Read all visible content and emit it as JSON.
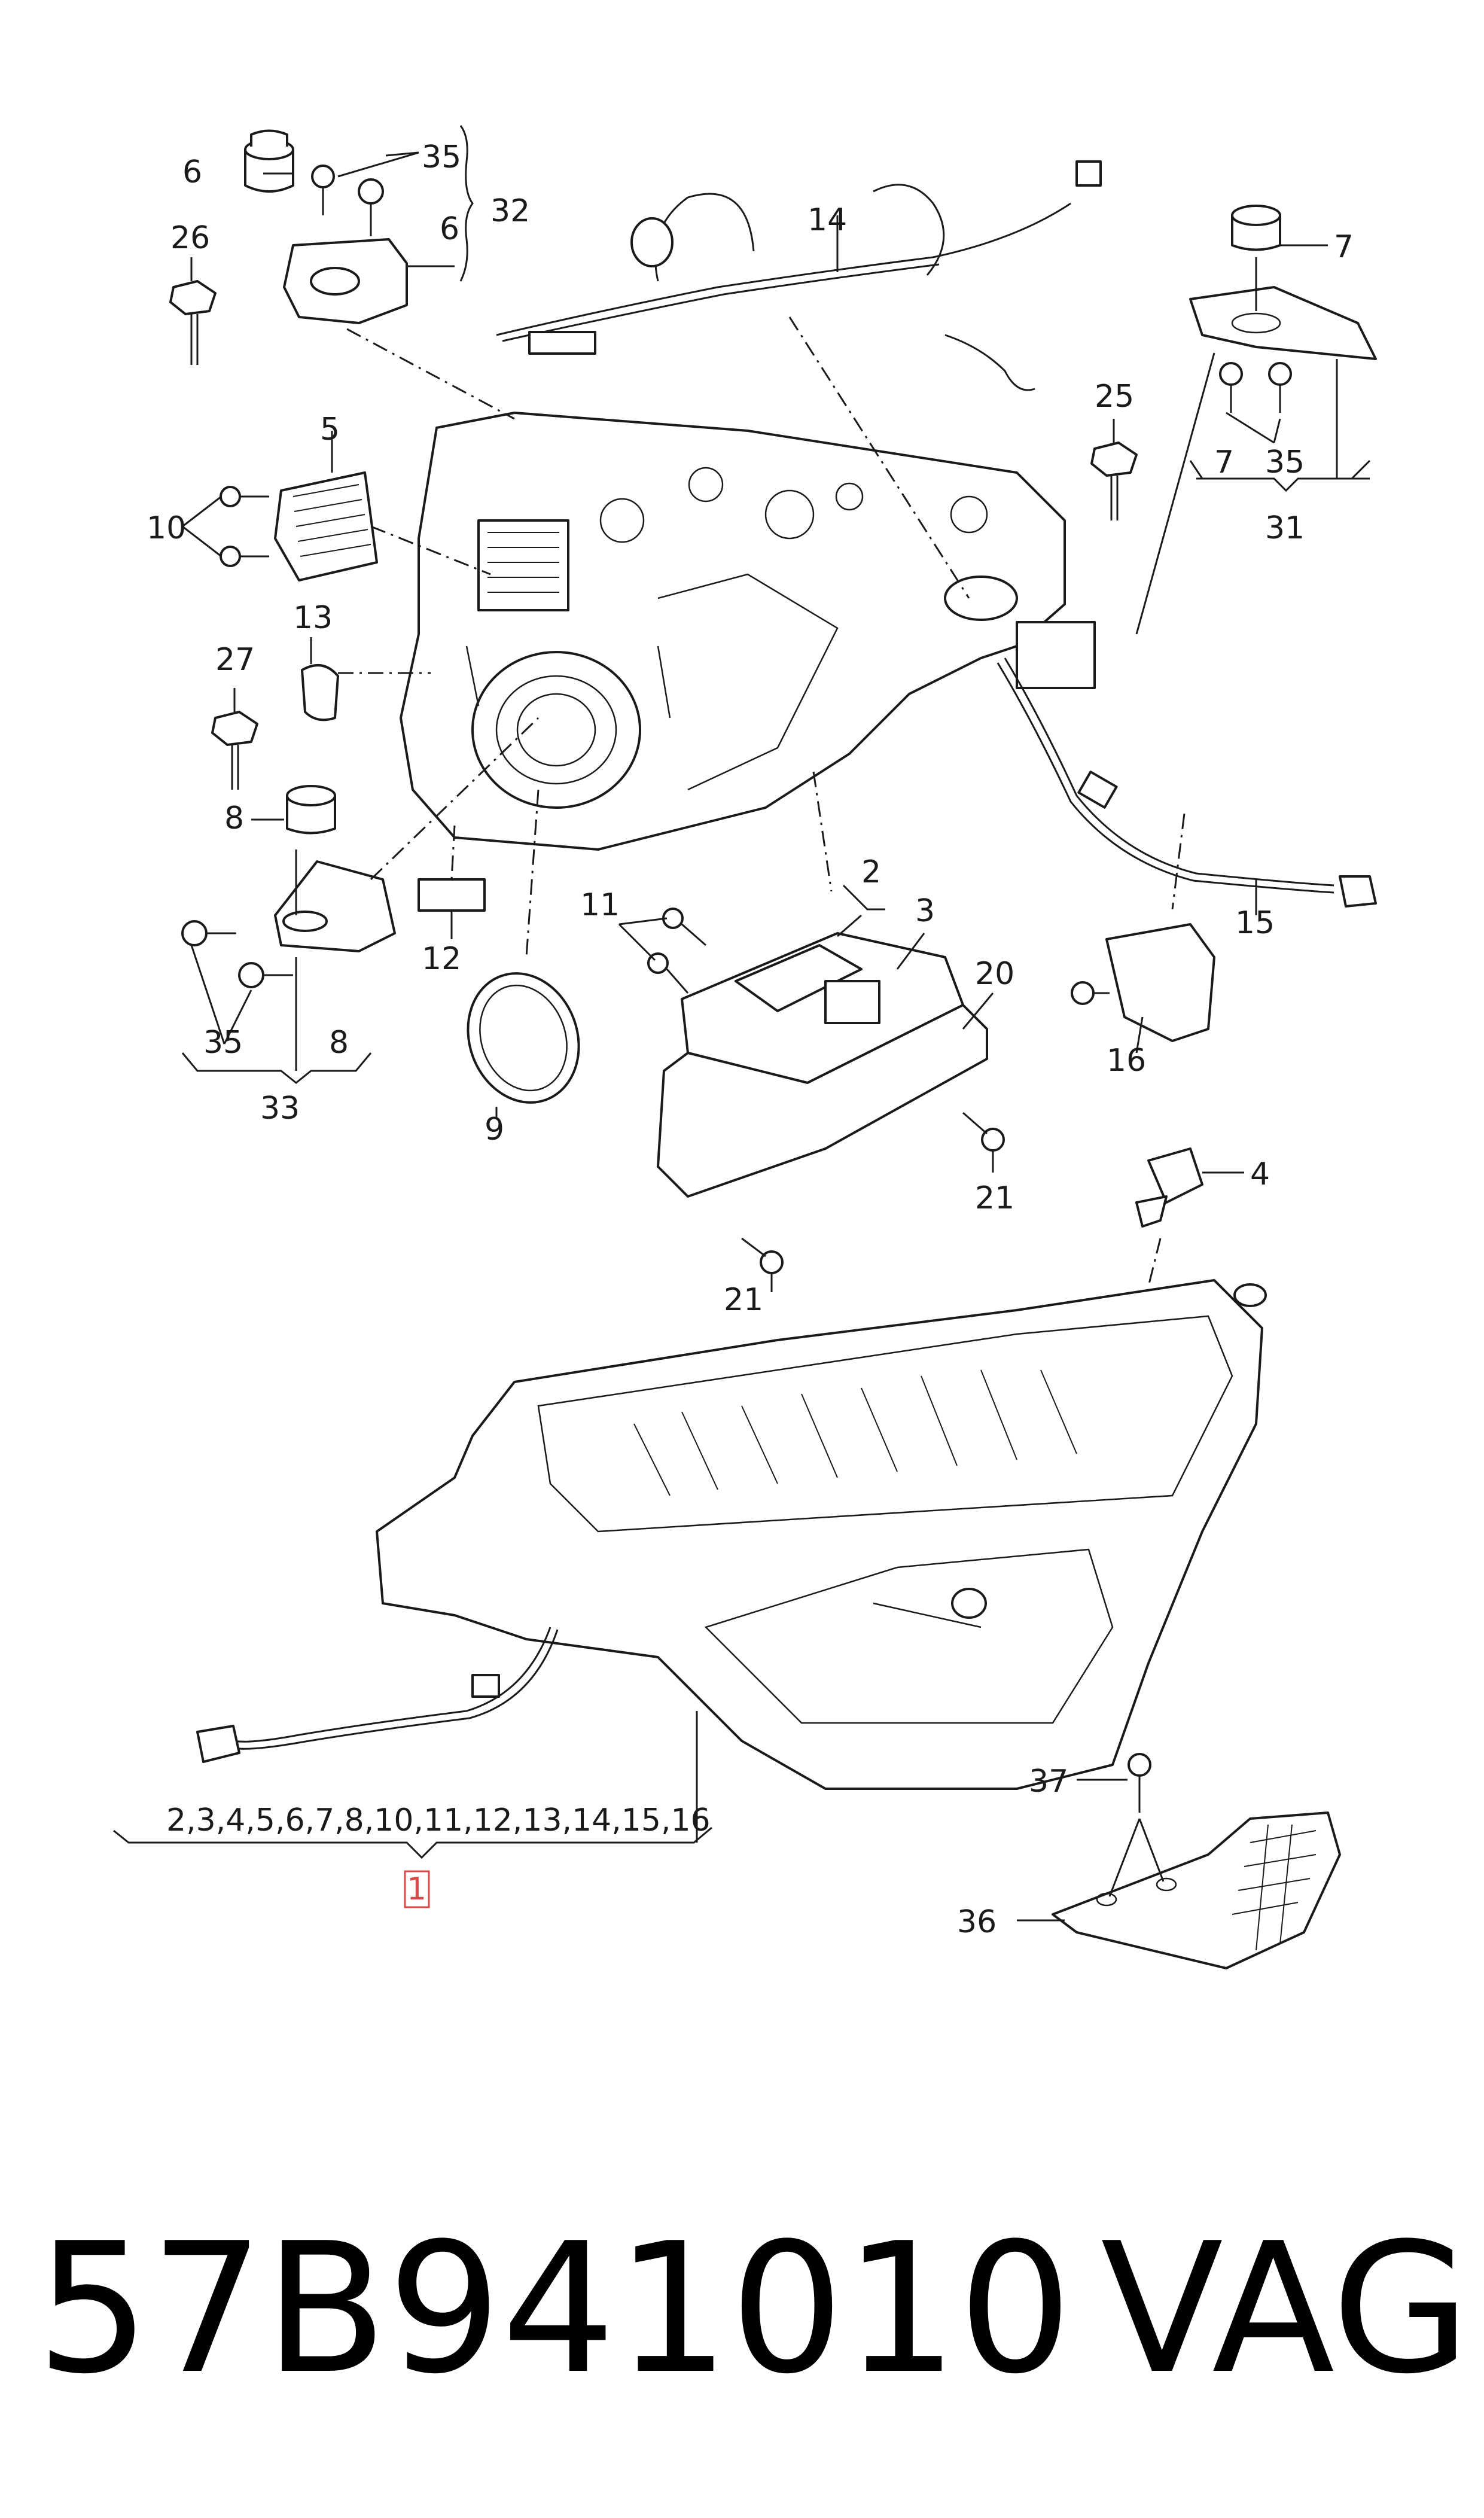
{
  "diagram": {
    "callouts": {
      "c1": "1",
      "c2": "2",
      "c3": "3",
      "c4": "4",
      "c5": "5",
      "c6a": "6",
      "c6b": "6",
      "c7a": "7",
      "c7b": "7",
      "c8a": "8",
      "c8b": "8",
      "c9": "9",
      "c10": "10",
      "c11": "11",
      "c12": "12",
      "c13": "13",
      "c14": "14",
      "c15": "15",
      "c16": "16",
      "c20": "20",
      "c21a": "21",
      "c21b": "21",
      "c25": "25",
      "c26": "26",
      "c27": "27",
      "c31": "31",
      "c32": "32",
      "c33": "33",
      "c35a": "35",
      "c35b": "35",
      "c35c": "35",
      "c36": "36",
      "c37": "37"
    },
    "assembly_list": "2,3,4,5,6,7,8,10,11,12,13,14,15,16",
    "highlight_color": "#d84a4a"
  },
  "footer": {
    "part_number": "57B941010",
    "brand": "VAG"
  }
}
